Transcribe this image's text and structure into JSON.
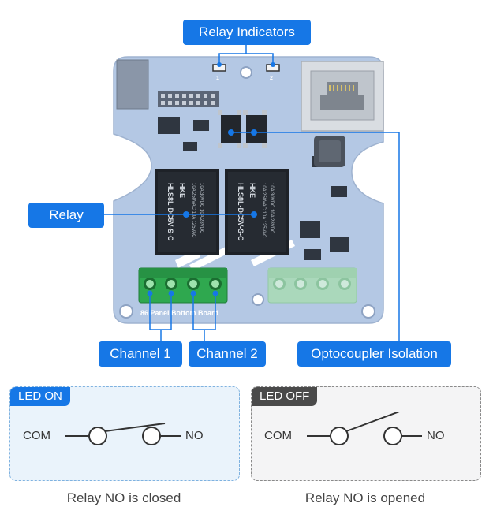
{
  "callouts": {
    "relay_indicators": "Relay Indicators",
    "relay": "Relay",
    "channel_1": "Channel 1",
    "channel_2": "Channel 2",
    "optocoupler": "Optocoupler Isolation"
  },
  "board": {
    "silkscreen": "86 Panel Bottom Board",
    "led_1": "1",
    "led_2": "2",
    "relay_model": "HLS8L-DC5V-S-C",
    "relay_brand": "HKE",
    "relay_rating_1": "10A 250VAC 10A 125VAC",
    "relay_rating_2": "10A 30VDC 10A 28VDC"
  },
  "state_on": {
    "tag": "LED ON",
    "com_label": "COM",
    "no_label": "NO",
    "caption": "Relay NO is closed"
  },
  "state_off": {
    "tag": "LED OFF",
    "com_label": "COM",
    "no_label": "NO",
    "caption": "Relay NO is opened"
  },
  "colors": {
    "accent": "#1677e6",
    "board": "#b4c8e4",
    "terminal_active": "#2fa84f",
    "terminal_faded": "#a9dbb4"
  }
}
